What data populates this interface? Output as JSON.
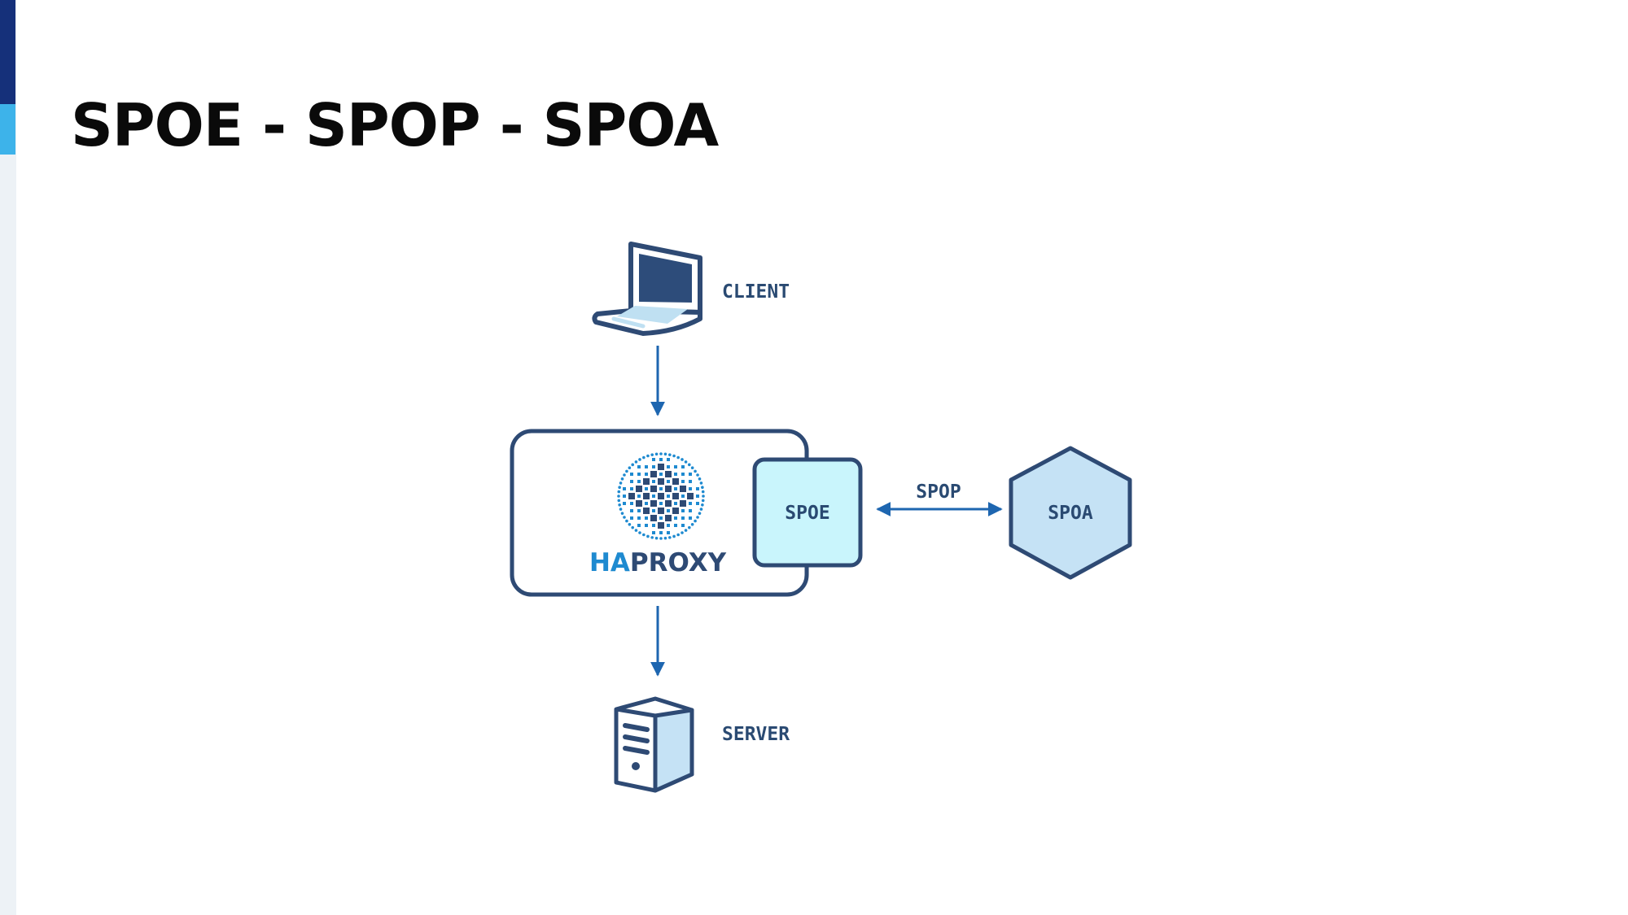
{
  "slide": {
    "title": "SPOE - SPOP - SPOA"
  },
  "diagram": {
    "client": {
      "label": "CLIENT",
      "icon": "laptop-icon"
    },
    "haproxy": {
      "logo_prefix": "HA",
      "logo_suffix": "PROXY",
      "icon": "haproxy-logo"
    },
    "spoe": {
      "label": "SPOE"
    },
    "spop": {
      "label": "SPOP"
    },
    "spoa": {
      "label": "SPOA"
    },
    "server": {
      "label": "SERVER",
      "icon": "server-tower-icon"
    }
  },
  "colors": {
    "accent_dark": "#15307a",
    "accent_light": "#3db3ea",
    "outline": "#2e4a74",
    "arrow": "#1e66b0",
    "spoe_fill": "#c9f5fc",
    "spoa_fill": "#c5e2f5",
    "haproxy_blue": "#1e8ad0"
  }
}
